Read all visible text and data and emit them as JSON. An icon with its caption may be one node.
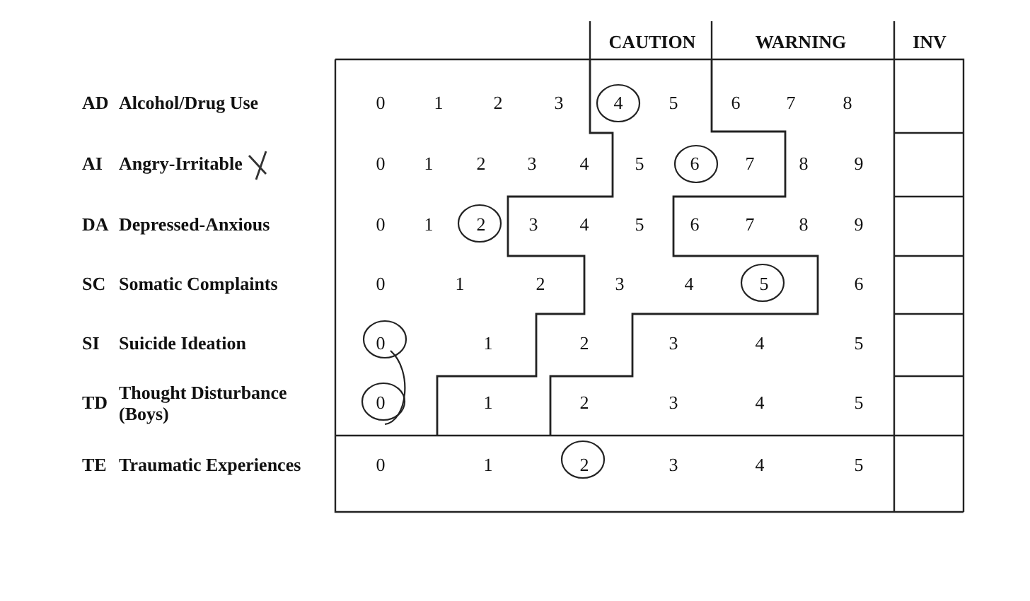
{
  "diagram": {
    "labels": [
      "CAUTION",
      "WARNING",
      "INV",
      "AD",
      "Alcohol/Drug Use",
      "0",
      "1",
      "2",
      "3",
      "4",
      "5",
      "6",
      "7",
      "8",
      "AI",
      "Angry-Irritable",
      "0",
      "1",
      "2",
      "3",
      "4",
      "5",
      "6",
      "7",
      "8",
      "9",
      "DA",
      "Depressed-Anxious",
      "0",
      "1",
      "2",
      "3",
      "4",
      "5",
      "6",
      "7",
      "8",
      "9",
      "SC",
      "Somatic Complaints",
      "0",
      "1",
      "2",
      "3",
      "4",
      "5",
      "6",
      "SI",
      "Suicide Ideation",
      "0",
      "1",
      "2",
      "3",
      "4",
      "5",
      "TD",
      "Thought Disturbance (Boys)",
      "0",
      "1",
      "2",
      "3",
      "4",
      "5",
      "TE",
      "Traumatic Experiences",
      "0",
      "1",
      "2",
      "3",
      "4",
      "5"
    ]
  }
}
